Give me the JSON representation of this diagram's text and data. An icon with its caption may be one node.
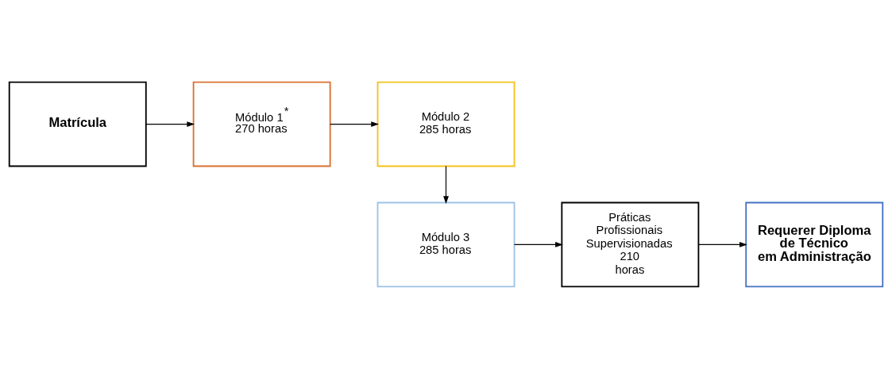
{
  "diagram": {
    "nodes": [
      {
        "text": [
          "Matrícula"
        ]
      },
      {
        "text": [
          "Módulo 1$^{*}$",
          "270 horas"
        ]
      },
      {
        "text": [
          "Módulo 2",
          "285 horas"
        ]
      },
      {
        "text": [
          "Módulo 3",
          "285 horas"
        ]
      },
      {
        "text": [
          "Práticas Profissionais Supervisionadas",
          "210 horas"
        ]
      },
      {
        "text": [
          "Requerer Diploma de Técnico em Administração"
        ]
      }
    ],
    "edges": [
      {
        "from": 0,
        "to": 1,
        "arrow": "to"
      },
      {
        "from": 1,
        "to": 2,
        "arrow": "to"
      },
      {
        "from": 2,
        "to": 3,
        "arrow": "to"
      },
      {
        "from": 3,
        "to": 4,
        "arrow": "to"
      },
      {
        "from": 4,
        "to": 5,
        "arrow": "to"
      }
    ]
  }
}
